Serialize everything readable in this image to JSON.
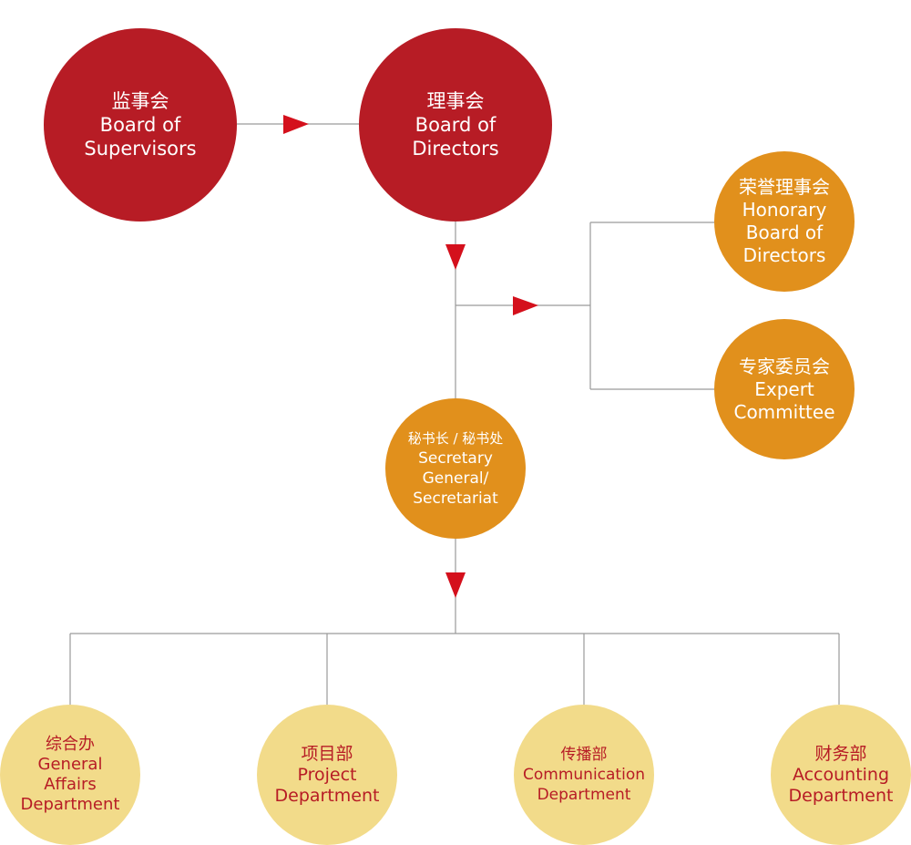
{
  "org": {
    "supervisors": {
      "cn": "监事会",
      "en1": "Board of",
      "en2": "Supervisors"
    },
    "directors": {
      "cn": "理事会",
      "en1": "Board of",
      "en2": "Directors"
    },
    "honorary": {
      "cn": "荣誉理事会",
      "en1": "Honorary",
      "en2": "Board of",
      "en3": "Directors"
    },
    "expert": {
      "cn": "专家委员会",
      "en1": "Expert",
      "en2": "Committee"
    },
    "secretary": {
      "cn": "秘书长 / 秘书处",
      "en1": "Secretary",
      "en2": "General/",
      "en3": "Secretariat"
    },
    "general_affairs": {
      "cn": "综合办",
      "en1": "General",
      "en2": "Affairs",
      "en3": "Department"
    },
    "project": {
      "cn": "项目部",
      "en1": "Project",
      "en2": "Department"
    },
    "communication": {
      "cn": "传播部",
      "en1": "Communication",
      "en2": "Department"
    },
    "accounting": {
      "cn": "财务部",
      "en1": "Accounting",
      "en2": "Department"
    }
  },
  "colors": {
    "top_level": "#b71c25",
    "mid_level": "#e1901c",
    "departments": "#f2db8a",
    "department_text": "#b71c25",
    "lines": "#9a9a9a",
    "arrows": "#d4101c"
  }
}
